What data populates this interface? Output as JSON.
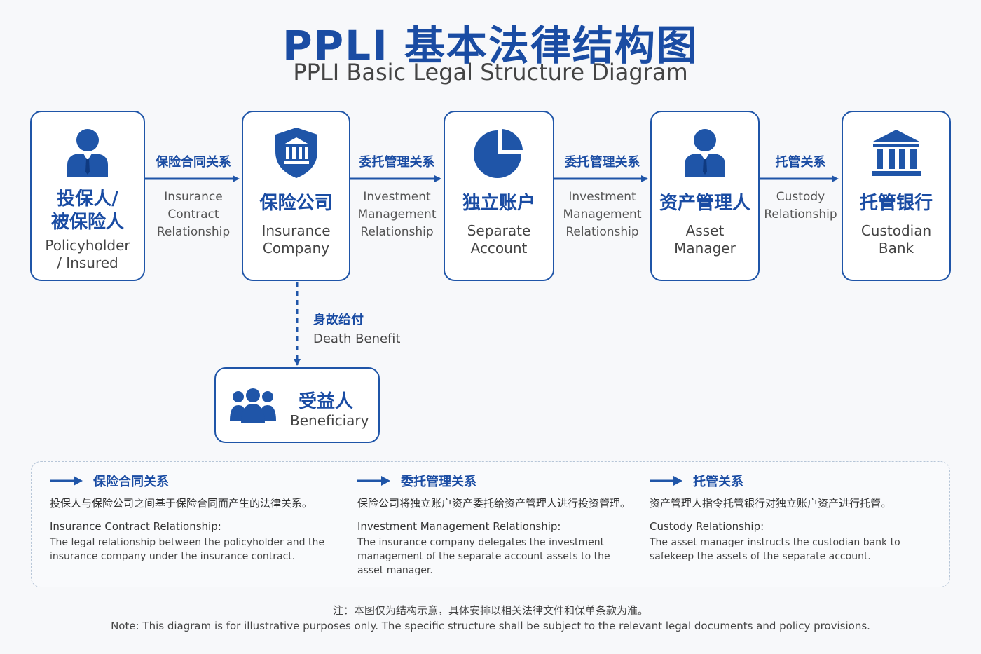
{
  "title": {
    "cn": "PPLI 基本法律结构图",
    "en": "PPLI Basic Legal Structure Diagram"
  },
  "nodes": {
    "policyholder": {
      "cn_line1": "投保人/",
      "cn_line2": "被保险人",
      "en_line1": "Policyholder",
      "en_line2": "/ Insured",
      "icon": "person-icon"
    },
    "insurer": {
      "cn": "保险公司",
      "en_line1": "Insurance",
      "en_line2": "Company",
      "icon": "shield-bank-icon"
    },
    "separate": {
      "cn": "独立账户",
      "en_line1": "Separate",
      "en_line2": "Account",
      "icon": "pie-chart-icon"
    },
    "manager": {
      "cn": "资产管理人",
      "en_line1": "Asset",
      "en_line2": "Manager",
      "icon": "person-icon"
    },
    "custodian": {
      "cn": "托管银行",
      "en_line1": "Custodian",
      "en_line2": "Bank",
      "icon": "bank-icon"
    },
    "beneficiary": {
      "cn": "受益人",
      "en": "Beneficiary",
      "icon": "group-icon"
    }
  },
  "relations": {
    "r1": {
      "cn": "保险合同关系",
      "en_line1": "Insurance",
      "en_line2": "Contract",
      "en_line3": "Relationship"
    },
    "r2": {
      "cn": "委托管理关系",
      "en_line1": "Investment",
      "en_line2": "Management",
      "en_line3": "Relationship"
    },
    "r3": {
      "cn": "委托管理关系",
      "en_line1": "Investment",
      "en_line2": "Management",
      "en_line3": "Relationship"
    },
    "r4": {
      "cn": "托管关系",
      "en_line1": "Custody",
      "en_line2": "Relationship"
    },
    "death": {
      "cn": "身故给付",
      "en": "Death Benefit"
    }
  },
  "legend": [
    {
      "title": "保险合同关系",
      "desc_cn": "投保人与保险公司之间基于保险合同而产生的法律关系。",
      "title_en": "Insurance Contract Relationship:",
      "desc_en_line1": "The legal relationship between the policyholder and the",
      "desc_en_line2": "insurance company under the insurance contract.",
      "desc_en_line3": ""
    },
    {
      "title": "委托管理关系",
      "desc_cn": "保险公司将独立账户资产委托给资产管理人进行投资管理。",
      "title_en": "Investment Management Relationship:",
      "desc_en_line1": "The insurance company delegates the investment",
      "desc_en_line2": "management of the separate account assets to the",
      "desc_en_line3": "asset manager."
    },
    {
      "title": "托管关系",
      "desc_cn": "资产管理人指令托管银行对独立账户资产进行托管。",
      "title_en": "Custody Relationship:",
      "desc_en_line1": "The asset manager instructs the custodian bank to",
      "desc_en_line2": "safekeep the assets of the separate account.",
      "desc_en_line3": ""
    }
  ],
  "note": {
    "cn": "注：本图仅为结构示意，具体安排以相关法律文件和保单条款为准。",
    "en": "Note: This diagram is for illustrative purposes only. The specific structure shall be subject to the relevant legal documents and policy provisions."
  },
  "colors": {
    "primary": "#1f55a8",
    "dark_blue": "#1a4ca3",
    "border_dashed": "#b7c6d8"
  }
}
